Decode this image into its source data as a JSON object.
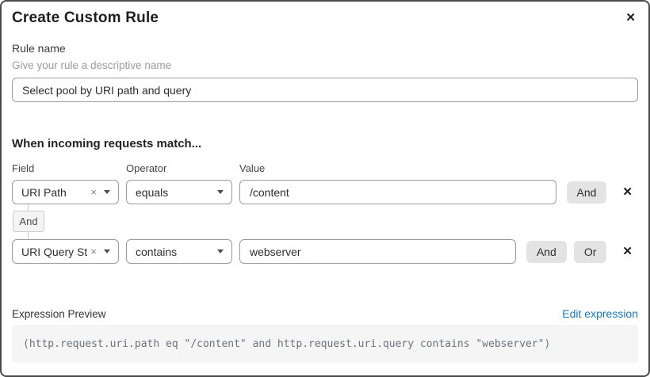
{
  "dialog": {
    "title": "Create Custom Rule",
    "close_icon": "✕"
  },
  "rule_name": {
    "label": "Rule name",
    "helper": "Give your rule a descriptive name",
    "value": "Select pool by URI path and query"
  },
  "builder": {
    "heading": "When incoming requests match...",
    "columns": {
      "field": "Field",
      "operator": "Operator",
      "value": "Value"
    },
    "connector": "And",
    "clear_icon": "×",
    "delete_icon": "✕",
    "rows": [
      {
        "field": "URI Path",
        "operator": "equals",
        "value": "/content",
        "buttons": [
          "And"
        ]
      },
      {
        "field": "URI Query St...",
        "operator": "contains",
        "value": "webserver",
        "buttons": [
          "And",
          "Or"
        ]
      }
    ]
  },
  "expression": {
    "label": "Expression Preview",
    "edit_link": "Edit expression",
    "code": "(http.request.uri.path eq \"/content\" and http.request.uri.query contains \"webserver\")"
  },
  "colors": {
    "link_blue": "#1878be",
    "button_gray": "#e3e3e3",
    "border_gray": "#9a9a9a",
    "code_bg": "#f5f5f5"
  }
}
